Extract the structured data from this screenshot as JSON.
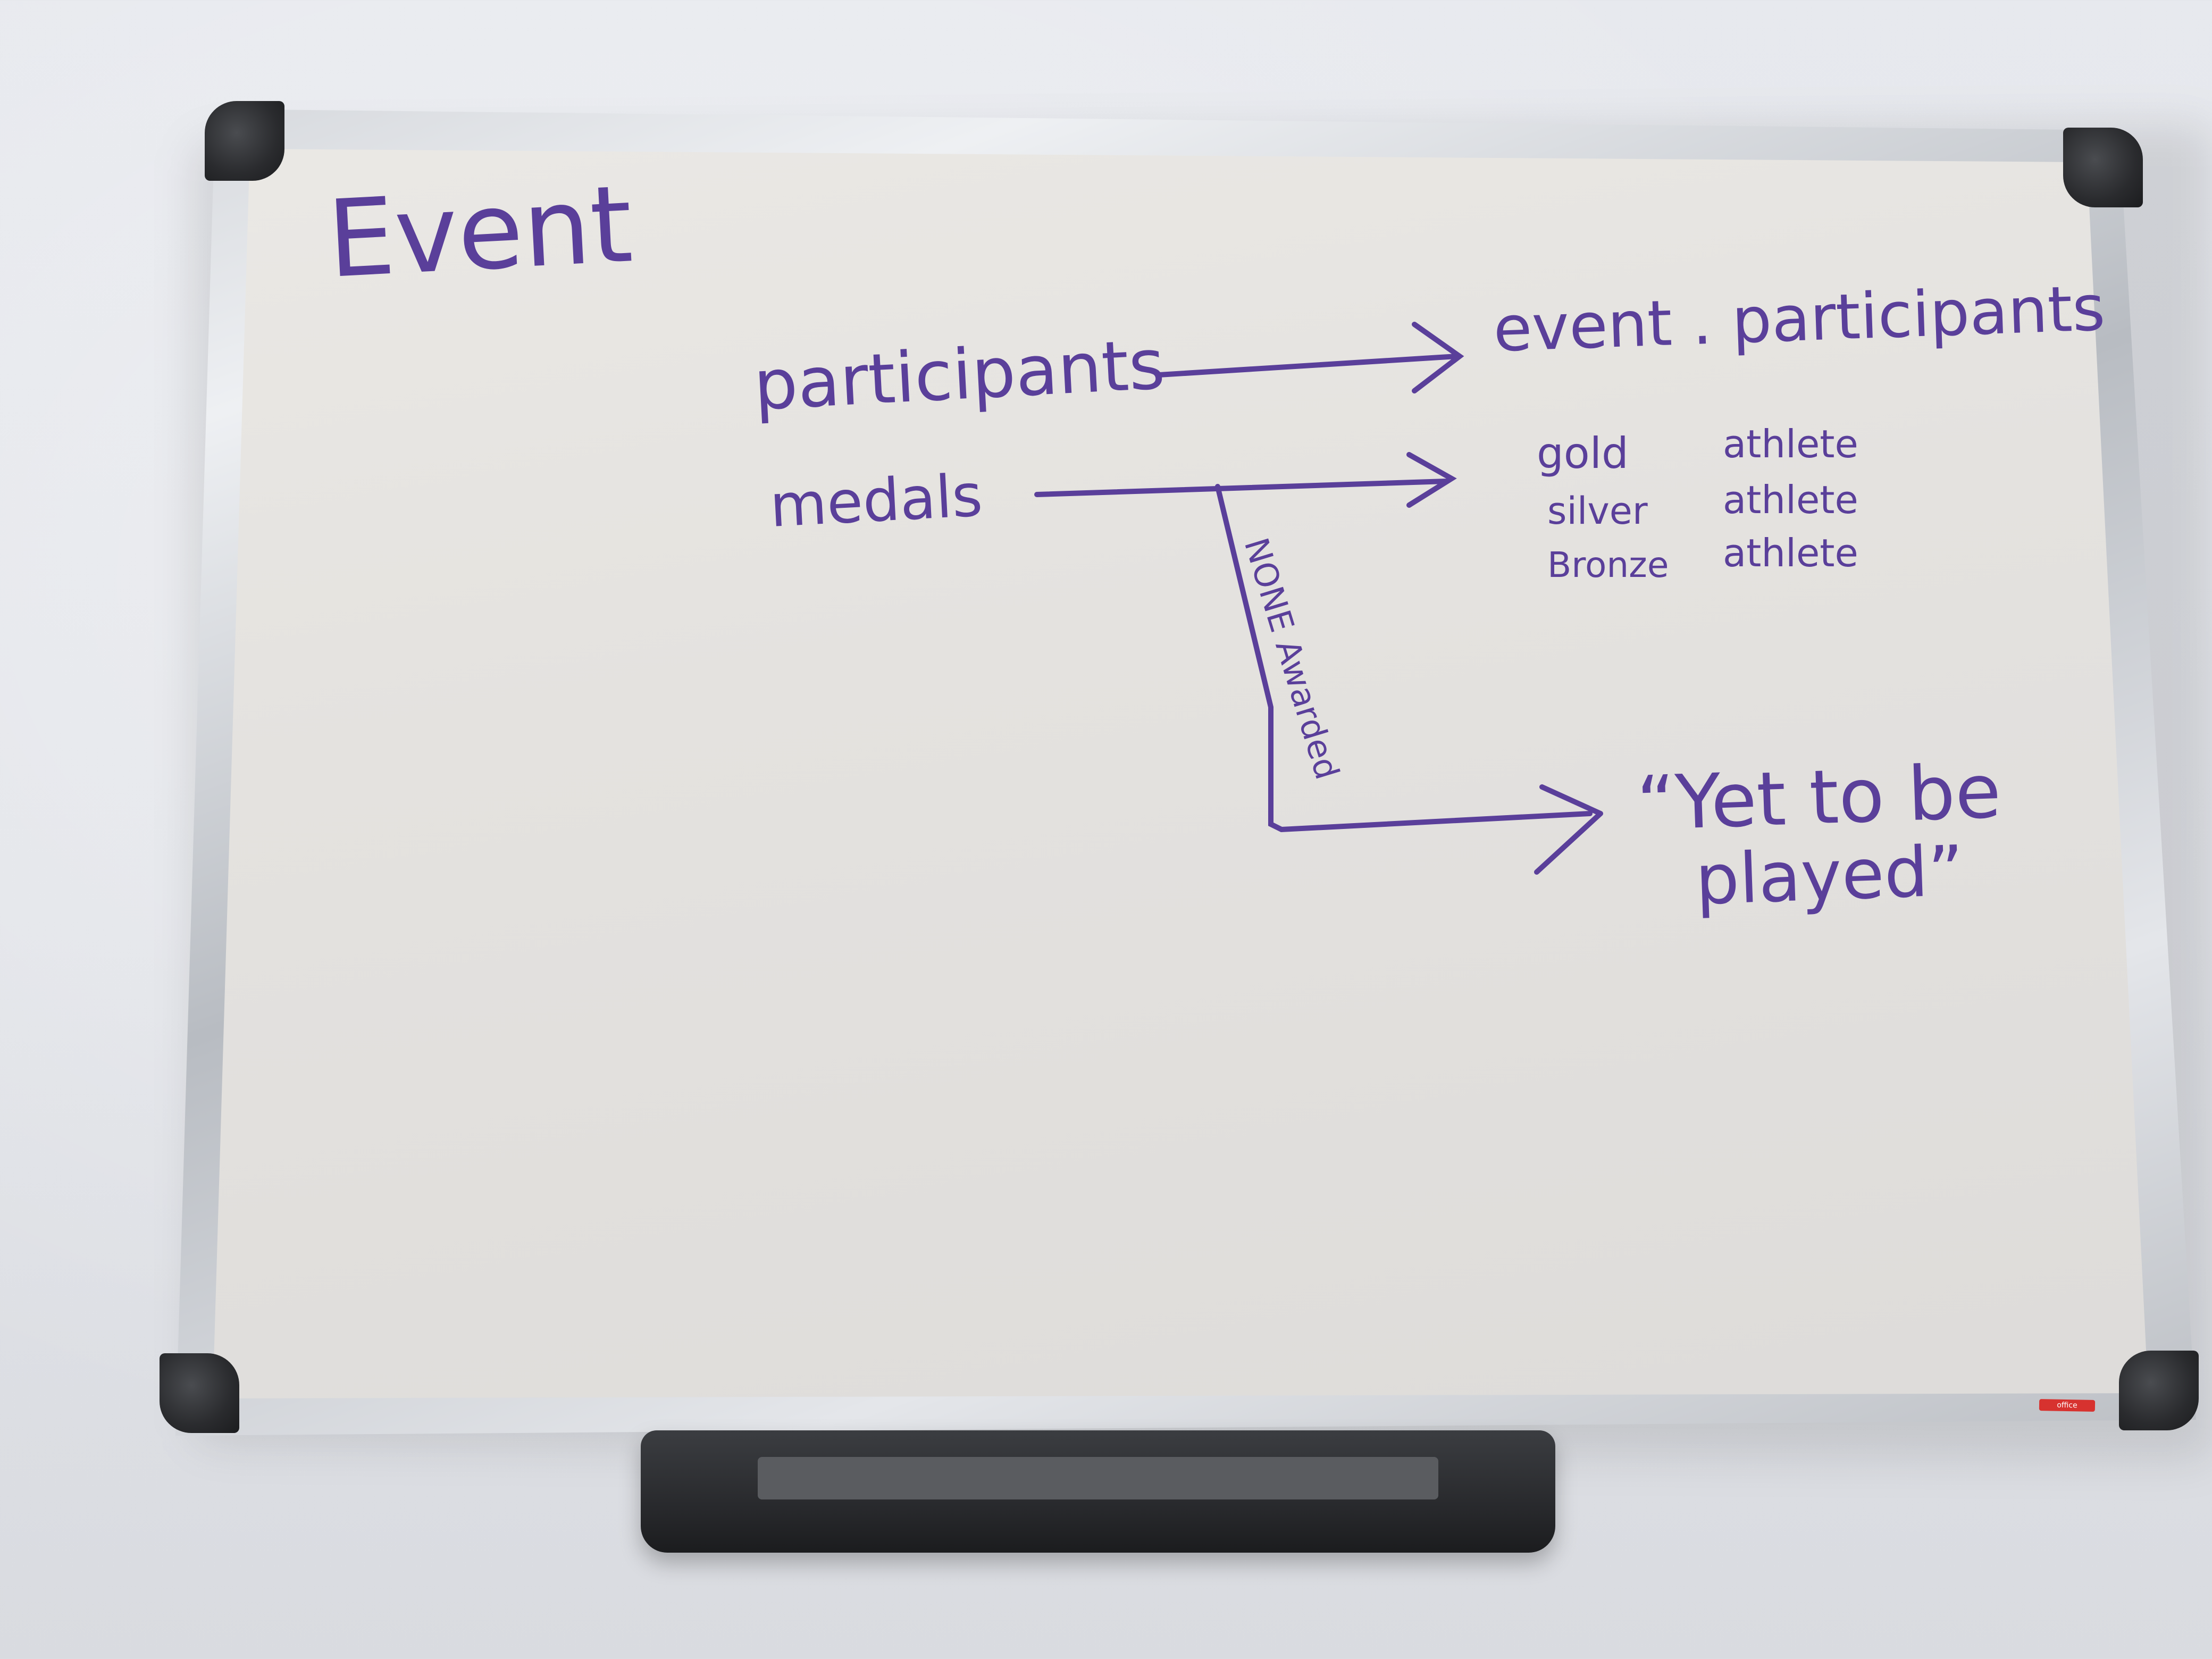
{
  "board": {
    "title": "Event",
    "participants_label": "participants",
    "participants_target": "event . participants",
    "medals_label": "medals",
    "medal_rows": [
      {
        "medal": "gold",
        "holder": "athlete"
      },
      {
        "medal": "silver",
        "holder": "athlete"
      },
      {
        "medal": "Bronze",
        "holder": "athlete"
      }
    ],
    "branch_label": "NONE Awarded",
    "result_line1": "“Yet to be",
    "result_line2": "played”",
    "ink_color": "#5a3f9a"
  },
  "brand": {
    "sticker_text": "office"
  }
}
